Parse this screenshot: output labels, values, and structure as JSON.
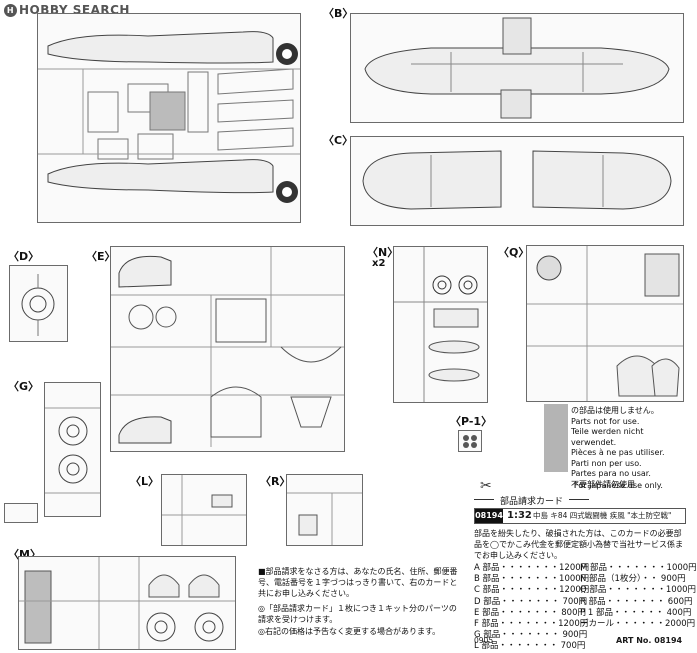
{
  "watermark": {
    "brand": "HOBBY SEARCH",
    "badge": "H"
  },
  "labels": {
    "b": "〈B〉",
    "c": "〈C〉",
    "d": "〈D〉",
    "e": "〈E〉",
    "n": "〈N〉",
    "n_qty": "x2",
    "q": "〈Q〉",
    "p1": "〈P-1〉",
    "g": "〈G〉",
    "l": "〈L〉",
    "r": "〈R〉",
    "m": "〈M〉"
  },
  "unused_notice": [
    "の部品は使用しません。",
    "Parts not for use.",
    "Teile werden nicht verwendet.",
    "Pièces à ne pas utiliser.",
    "Parti non per uso.",
    "Partes para no usar.",
    "不要部件請勿使用"
  ],
  "for_japanese": "For Japanese use only.",
  "card": {
    "title": "部品請求カード",
    "code": "08194",
    "scale": "1:32",
    "name": "中島 キ84 四式戦闘機 疾風 \"本土防空戦\"",
    "intro": "部品を紛失したり、破損された方は、このカードの必要部品を◯でかこみ代金を郵便定額小為替で当社サービス係までお申し込みください。"
  },
  "instructions": {
    "p1": "■部品請求をなさる方は、あなたの氏名、住所、郵便番号、電話番号を１字づつはっきり書いて、右のカードと共にお申し込みください。",
    "p2": "◎「部品請求カード」１枚につき１キット分のパーツの請求を受けつけます。",
    "p3": "◎右記の価格は予告なく変更する場合があります。"
  },
  "price_list": {
    "left": [
      "A 部品・・・・・・・1200円",
      "B 部品・・・・・・・1000円",
      "C 部品・・・・・・・1200円",
      "D 部品・・・・・・・ 700円",
      "E 部品・・・・・・・ 800円",
      "F 部品・・・・・・・1200円",
      "G 部品・・・・・・・ 900円",
      "L 部品・・・・・・・ 700円"
    ],
    "right": [
      "M 部品・・・・・・・1000円",
      "N 部品（1枚分）・・ 900円",
      "Q 部品・・・・・・・1000円",
      "R 部品・・・・・・・ 600円",
      "P 1 部品・・・・・・ 400円",
      "デカール・・・・・・2000円"
    ]
  },
  "footer": {
    "code": "0905",
    "art_no": "ART No. 08194"
  }
}
